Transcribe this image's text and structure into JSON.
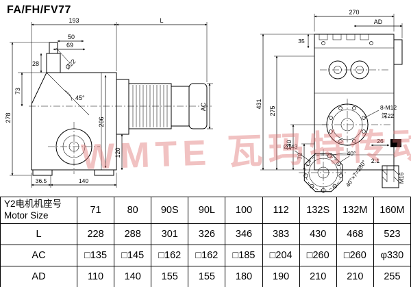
{
  "title": "FA/FH/FV77",
  "watermark": "WMTE 瓦玛特传动",
  "left_drawing": {
    "dims": {
      "d193": "193",
      "dL": "L",
      "d50": "50",
      "d69": "69",
      "d28": "28",
      "d22": "Ø22",
      "d73": "73",
      "d278": "278",
      "d45": "45°",
      "d206": "206",
      "d120": "120",
      "d365": "36.5",
      "d140": "140",
      "dAC": "AC"
    }
  },
  "right_drawing": {
    "dims": {
      "d270": "270",
      "dAD": "AD",
      "d35": "35",
      "d431": "431",
      "d275": "275",
      "d130": "130",
      "d70": "70",
      "d26": "26",
      "bolt": "8-M12",
      "depth": "深22",
      "d143": "Ø143",
      "a40": "40°",
      "a280": "40°×7=280°",
      "scale": "2:1",
      "m16": "M16"
    }
  },
  "table": {
    "motor_label_cn": "Y2电机机座号",
    "motor_label_en": "Motor Size",
    "sizes": [
      "71",
      "80",
      "90S",
      "90L",
      "100",
      "112",
      "132S",
      "132M",
      "160M"
    ],
    "rows": [
      {
        "label": "L",
        "values": [
          "228",
          "288",
          "301",
          "326",
          "346",
          "383",
          "430",
          "468",
          "523"
        ]
      },
      {
        "label": "AC",
        "values": [
          "□135",
          "□145",
          "□162",
          "□162",
          "□185",
          "□204",
          "□260",
          "□260",
          "φ330"
        ]
      },
      {
        "label": "AD",
        "values": [
          "110",
          "140",
          "155",
          "155",
          "180",
          "190",
          "210",
          "210",
          "255"
        ]
      }
    ]
  }
}
